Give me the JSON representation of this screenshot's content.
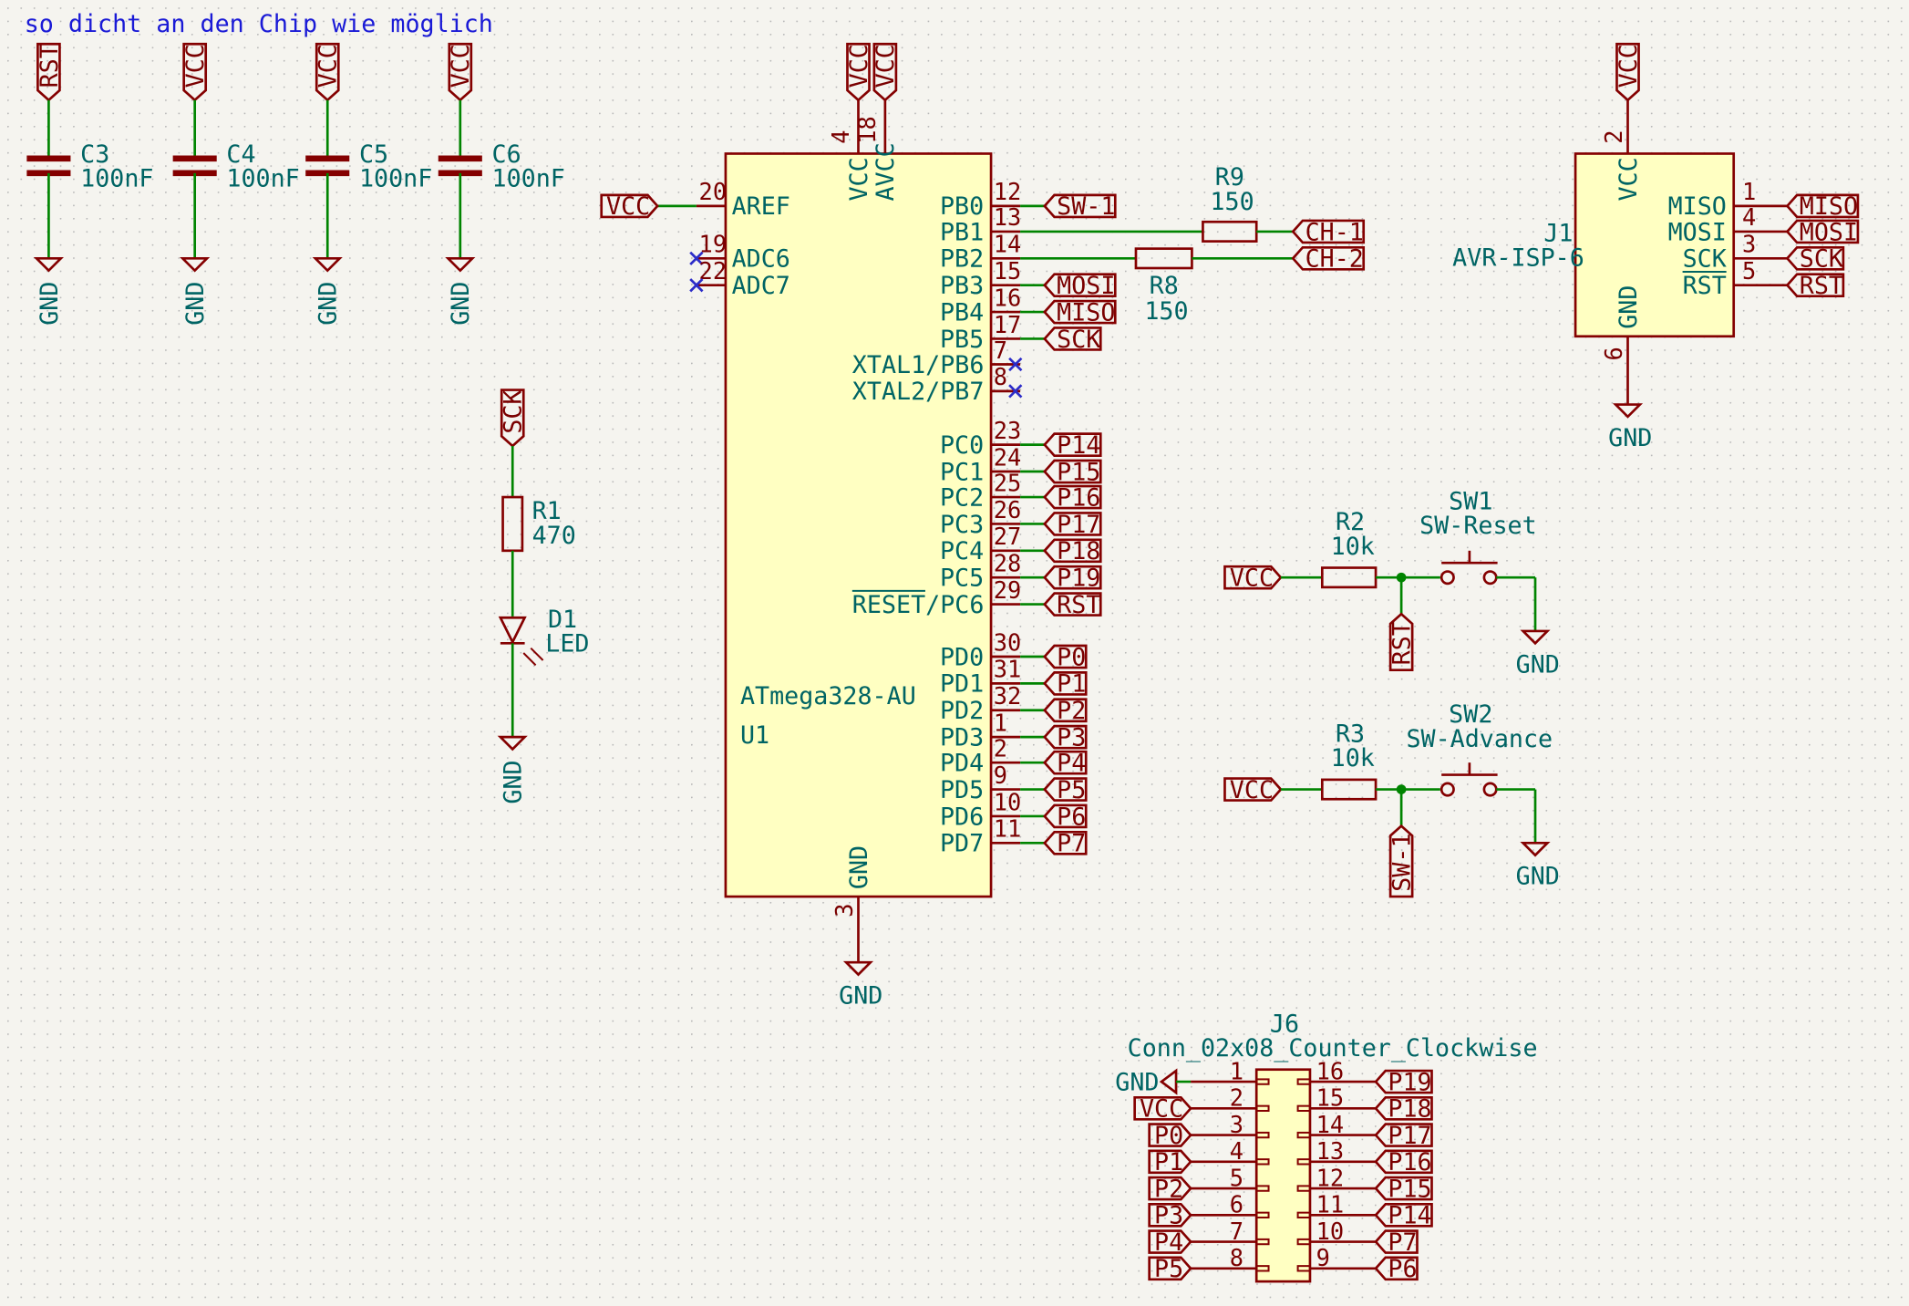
{
  "note": "so dicht an den Chip wie möglich",
  "caps": [
    {
      "ref": "C3",
      "value": "100nF",
      "top": "RST"
    },
    {
      "ref": "C4",
      "value": "100nF",
      "top": "VCC"
    },
    {
      "ref": "C5",
      "value": "100nF",
      "top": "VCC"
    },
    {
      "ref": "C6",
      "value": "100nF",
      "top": "VCC"
    }
  ],
  "gnd": "GND",
  "u1": {
    "ref": "U1",
    "value": "ATmega328-AU",
    "top_labels": [
      "VCC",
      "VCC"
    ],
    "top_pins": [
      {
        "num": "4",
        "name": "VCC"
      },
      {
        "num": "18",
        "name": "AVCC"
      }
    ],
    "gnd_pin": {
      "num": "3",
      "name": "GND"
    },
    "left_pins": [
      {
        "num": "20",
        "name": "AREF",
        "label": "VCC",
        "nc": false
      },
      {
        "num": "19",
        "name": "ADC6",
        "nc": true
      },
      {
        "num": "22",
        "name": "ADC7",
        "nc": true
      }
    ],
    "right_pins": [
      {
        "num": "12",
        "name": "PB0",
        "label": "SW-1"
      },
      {
        "num": "13",
        "name": "PB1"
      },
      {
        "num": "14",
        "name": "PB2"
      },
      {
        "num": "15",
        "name": "PB3",
        "label": "MOSI"
      },
      {
        "num": "16",
        "name": "PB4",
        "label": "MISO"
      },
      {
        "num": "17",
        "name": "PB5",
        "label": "SCK"
      },
      {
        "num": "7",
        "name": "XTAL1/PB6",
        "nc": true
      },
      {
        "num": "8",
        "name": "XTAL2/PB7",
        "nc": true
      },
      {
        "num": "23",
        "name": "PC0",
        "label": "P14"
      },
      {
        "num": "24",
        "name": "PC1",
        "label": "P15"
      },
      {
        "num": "25",
        "name": "PC2",
        "label": "P16"
      },
      {
        "num": "26",
        "name": "PC3",
        "label": "P17"
      },
      {
        "num": "27",
        "name": "PC4",
        "label": "P18"
      },
      {
        "num": "28",
        "name": "PC5",
        "label": "P19"
      },
      {
        "num": "29",
        "name": "RESET/PC6",
        "label": "RST"
      },
      {
        "num": "30",
        "name": "PD0",
        "label": "P0"
      },
      {
        "num": "31",
        "name": "PD1",
        "label": "P1"
      },
      {
        "num": "32",
        "name": "PD2",
        "label": "P2"
      },
      {
        "num": "1",
        "name": "PD3",
        "label": "P3"
      },
      {
        "num": "2",
        "name": "PD4",
        "label": "P4"
      },
      {
        "num": "9",
        "name": "PD5",
        "label": "P5"
      },
      {
        "num": "10",
        "name": "PD6",
        "label": "P6"
      },
      {
        "num": "11",
        "name": "PD7",
        "label": "P7"
      }
    ]
  },
  "r9": {
    "ref": "R9",
    "value": "150",
    "label": "CH-1"
  },
  "r8": {
    "ref": "R8",
    "value": "150",
    "label": "CH-2"
  },
  "r1": {
    "ref": "R1",
    "value": "470",
    "top": "SCK"
  },
  "d1": {
    "ref": "D1",
    "value": "LED"
  },
  "j1": {
    "ref": "J1",
    "value": "AVR-ISP-6",
    "top": "VCC",
    "vcc_pin": {
      "num": "2",
      "name": "VCC"
    },
    "gnd_pin": {
      "num": "6",
      "name": "GND"
    },
    "pins": [
      {
        "num": "1",
        "name": "MISO",
        "label": "MISO"
      },
      {
        "num": "4",
        "name": "MOSI",
        "label": "MOSI"
      },
      {
        "num": "3",
        "name": "SCK",
        "label": "SCK"
      },
      {
        "num": "5",
        "name": "RST",
        "label": "RST"
      }
    ]
  },
  "sw1": {
    "r_ref": "R2",
    "r_value": "10k",
    "ref": "SW1",
    "value": "SW-Reset",
    "in": "VCC",
    "tap": "RST"
  },
  "sw2": {
    "r_ref": "R3",
    "r_value": "10k",
    "ref": "SW2",
    "value": "SW-Advance",
    "in": "VCC",
    "tap": "SW-1"
  },
  "j6": {
    "ref": "J6",
    "value": "Conn_02x08_Counter_Clockwise",
    "left": [
      {
        "num": "1",
        "label": "GND"
      },
      {
        "num": "2",
        "label": "VCC"
      },
      {
        "num": "3",
        "label": "P0"
      },
      {
        "num": "4",
        "label": "P1"
      },
      {
        "num": "5",
        "label": "P2"
      },
      {
        "num": "6",
        "label": "P3"
      },
      {
        "num": "7",
        "label": "P4"
      },
      {
        "num": "8",
        "label": "P5"
      }
    ],
    "right": [
      {
        "num": "16",
        "label": "P19"
      },
      {
        "num": "15",
        "label": "P18"
      },
      {
        "num": "14",
        "label": "P17"
      },
      {
        "num": "13",
        "label": "P16"
      },
      {
        "num": "12",
        "label": "P15"
      },
      {
        "num": "11",
        "label": "P14"
      },
      {
        "num": "10",
        "label": "P7"
      },
      {
        "num": "9",
        "label": "P6"
      }
    ]
  },
  "colors": {
    "wire": "#008400",
    "body": "#840000",
    "fill": "#ffffc2",
    "ref": "#006464",
    "note": "#1a1ad6",
    "nc": "#2c2cc8",
    "junction": "#008400",
    "background": "#f5f4ef",
    "grid": "#b8b8b8"
  }
}
